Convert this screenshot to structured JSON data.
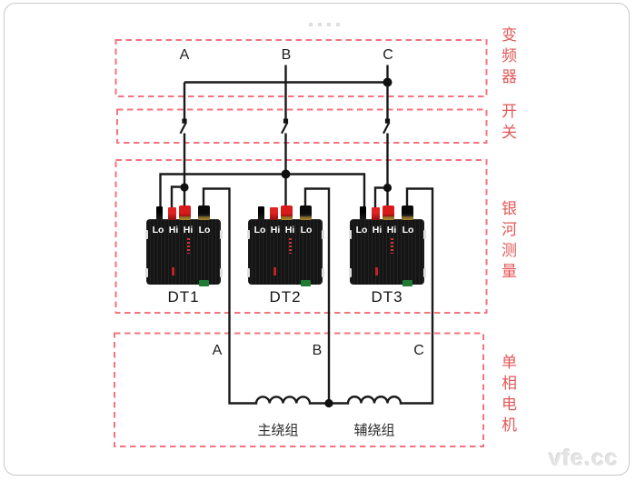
{
  "sections": [
    {
      "id": "inverter",
      "label": "变频器"
    },
    {
      "id": "switch",
      "label": "开关"
    },
    {
      "id": "measurement",
      "label": "银河测量"
    },
    {
      "id": "motor",
      "label": "单相电机"
    }
  ],
  "phase_labels_top": [
    "A",
    "B",
    "C"
  ],
  "phase_labels_bottom": [
    "A",
    "B",
    "C"
  ],
  "devices": [
    {
      "label": "DT1",
      "terminals": [
        "Lo",
        "Hi",
        "Hi",
        "Lo"
      ]
    },
    {
      "label": "DT2",
      "terminals": [
        "Lo",
        "Hi",
        "Hi",
        "Lo"
      ]
    },
    {
      "label": "DT3",
      "terminals": [
        "Lo",
        "Hi",
        "Hi",
        "Lo"
      ]
    }
  ],
  "windings": [
    {
      "label": "主绕组"
    },
    {
      "label": "辅绕组"
    }
  ],
  "watermark": "vfe.cc",
  "colors": {
    "section_outline": "#f3747e",
    "section_label": "#e25757",
    "wire": "#1a1a1a",
    "terminal_red": "#d91a1a",
    "terminal_black": "#111111",
    "device_body": "#151515",
    "connector_green": "#1f7a33"
  }
}
